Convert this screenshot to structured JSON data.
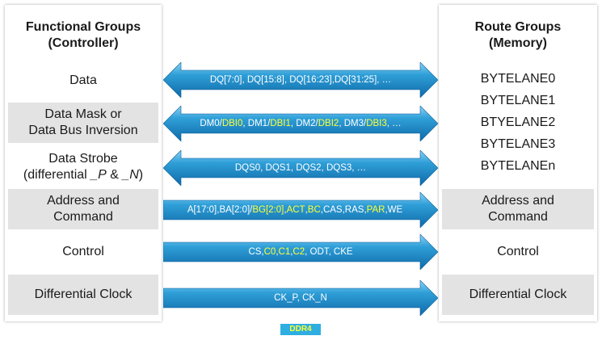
{
  "left": {
    "header": [
      "Functional Groups",
      "(Controller)"
    ],
    "rows": {
      "data": "Data",
      "data_mask": [
        "Data Mask or",
        "Data Bus Inversion"
      ],
      "data_strobe": {
        "line1": "Data Strobe",
        "line2_pre": "(differential ",
        "p": "_P",
        "amp": " & ",
        "n": "_N",
        "close": ")"
      },
      "address": [
        "Address and",
        "Command"
      ],
      "control": "Control",
      "clock": "Differential Clock"
    }
  },
  "right": {
    "header": [
      "Route Groups",
      "(Memory)"
    ],
    "bytelanes": [
      "BYTELANE0",
      "BYTELANE1",
      "BTYELANE2",
      "BYTELANE3",
      "BYTELANEn"
    ],
    "address": [
      "Address and",
      "Command"
    ],
    "control": "Control",
    "clock": "Differential Clock"
  },
  "arrows": {
    "dq": "DQ[7:0], DQ[15:8], DQ[16:23],DQ[31:25], …",
    "dm": [
      {
        "t": "DM0/",
        "hl": false
      },
      {
        "t": "DBI0",
        "hl": true
      },
      {
        "t": ", DM1/",
        "hl": false
      },
      {
        "t": "DBI1",
        "hl": true
      },
      {
        "t": ", DM2/",
        "hl": false
      },
      {
        "t": "DBI2",
        "hl": true
      },
      {
        "t": ", DM3/",
        "hl": false
      },
      {
        "t": "DBI3",
        "hl": true
      },
      {
        "t": ", …",
        "hl": false
      }
    ],
    "dqs": "DQS0, DQS1, DQS2, DQS3, …",
    "addr": [
      {
        "t": "A[17:0],BA[2:0]/",
        "hl": false
      },
      {
        "t": "BG[2:0]",
        "hl": true
      },
      {
        "t": ",",
        "hl": false
      },
      {
        "t": "ACT",
        "hl": true
      },
      {
        "t": ",",
        "hl": false
      },
      {
        "t": "BC",
        "hl": true
      },
      {
        "t": ",CAS,RAS,",
        "hl": false
      },
      {
        "t": "PAR",
        "hl": true
      },
      {
        "t": ",WE",
        "hl": false
      }
    ],
    "ctrl": [
      {
        "t": "CS, ",
        "hl": false
      },
      {
        "t": "C0",
        "hl": true
      },
      {
        "t": ", ",
        "hl": false
      },
      {
        "t": "C1",
        "hl": true
      },
      {
        "t": ", ",
        "hl": false
      },
      {
        "t": "C2",
        "hl": true
      },
      {
        "t": ", ODT, CKE",
        "hl": false
      }
    ],
    "clk": "CK_P, CK_N"
  },
  "badge": "DDR4",
  "colors": {
    "arrow_dark": "#1477b8",
    "arrow_light": "#8fd3f4",
    "highlight": "#ffff33",
    "shade": "#e3e3e3",
    "badge_bg": "#2eaee1"
  }
}
